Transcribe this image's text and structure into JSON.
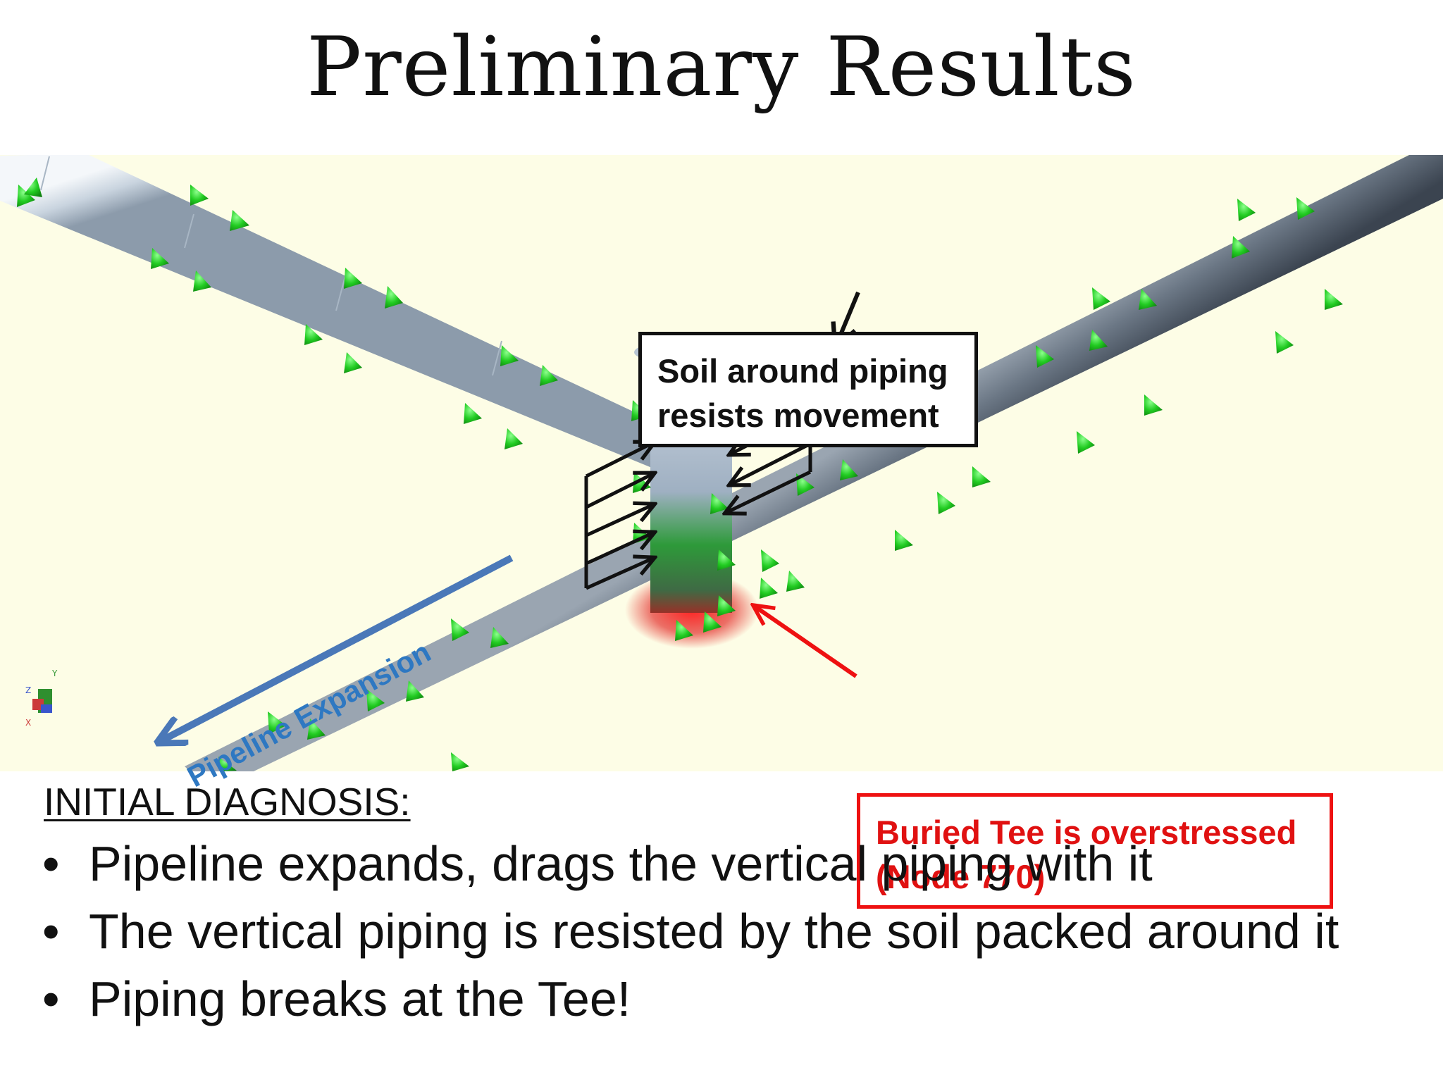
{
  "slide": {
    "title": "Preliminary Results"
  },
  "diagram": {
    "soil_callout": {
      "line1": "Soil around piping",
      "line2": "resists movement",
      "border_color": "#111111"
    },
    "tee_callout": {
      "line1": "Buried Tee is overstressed",
      "line2": "(Node 770)",
      "border_color": "#ee1111",
      "text_color": "#e01111"
    },
    "expansion_label": "Pipeline Expansion",
    "expansion_color": "#2e78c2",
    "background_color": "#fdfde6",
    "pipe_color": "#6b7785",
    "branch_pipe_color": "#c9d4df",
    "restraint_color": "#1fc21f",
    "stress_color": "#e01010",
    "axis_triad": {
      "y": "Y",
      "z": "Z",
      "x": "X"
    }
  },
  "diagnosis": {
    "heading": "INITIAL DIAGNOSIS:",
    "bullets": [
      "Pipeline expands, drags the vertical piping with it",
      "The vertical piping is resisted by the soil packed around it",
      "Piping breaks at the Tee!"
    ]
  }
}
